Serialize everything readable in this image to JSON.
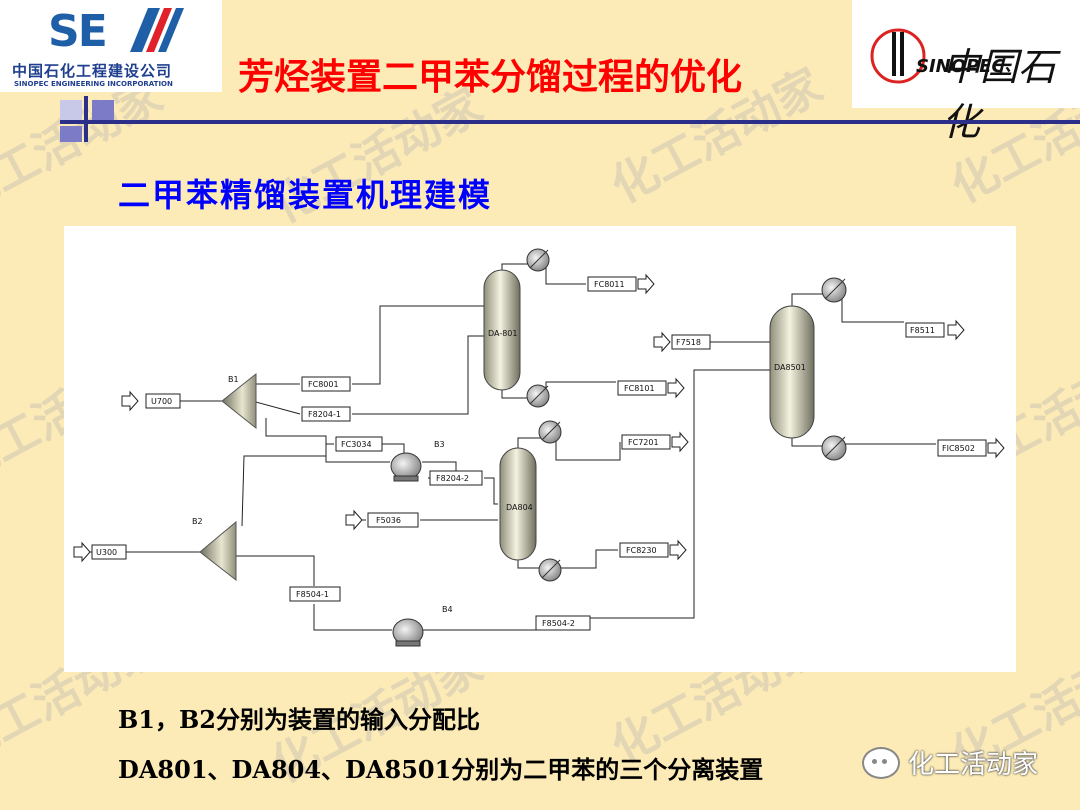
{
  "header": {
    "left_logo": {
      "mark": "SE",
      "cn_name": "中国石化工程建设公司",
      "en_name": "SINOPEC ENGINEERING INCORPORATION"
    },
    "right_logo": {
      "brand": "SINOPEC",
      "cn_name": "中国石化"
    },
    "title": "芳烃装置二甲苯分馏过程的优化"
  },
  "subtitle": "二甲苯精馏装置机理建模",
  "diagram": {
    "columns": [
      "DA-801",
      "DA804",
      "DA8501"
    ],
    "splitters": [
      "B1",
      "B2"
    ],
    "pumps": [
      "B3",
      "B4"
    ],
    "streams": [
      "U700",
      "U300",
      "FC8001",
      "F8204-1",
      "FC3034",
      "F8204-2",
      "F5036",
      "F8504-1",
      "F8504-2",
      "FC8011",
      "FC8101",
      "FC7201",
      "FC8230",
      "F7518",
      "F8511",
      "FIC8502"
    ]
  },
  "notes": [
    "B1，B2分别为装置的输入分配比",
    "DA801、DA804、DA8501分别为二甲苯的三个分离装置"
  ],
  "watermark": "化工活动家",
  "wechat_label": "化工活动家",
  "colors": {
    "background": "#fcebb6",
    "title": "#ff0000",
    "subtitle": "#0000ff",
    "rule": "#2b2f8a"
  }
}
